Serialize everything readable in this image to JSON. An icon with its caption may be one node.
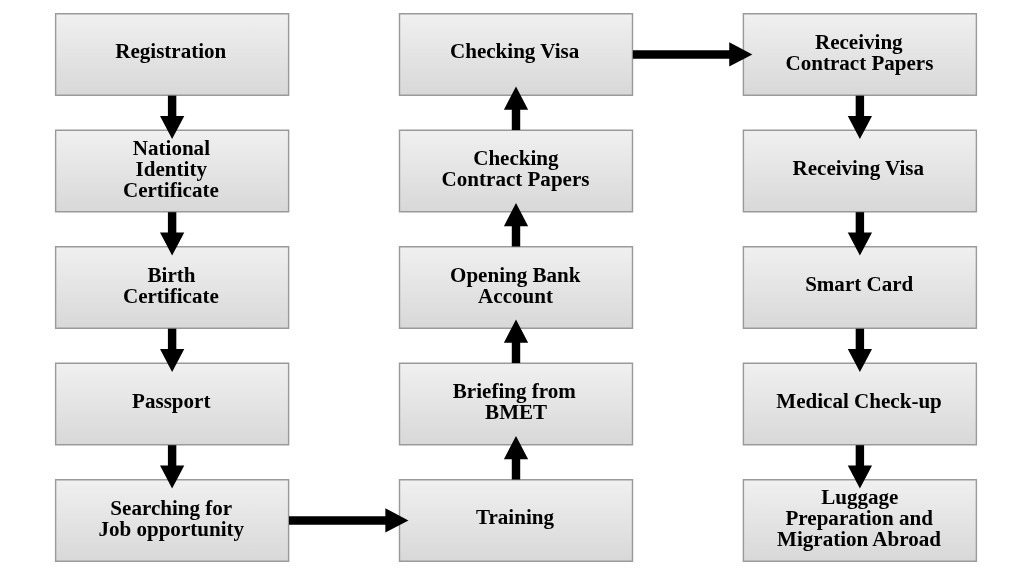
{
  "diagram": {
    "nodes": [
      {
        "text": [
          "Registration"
        ]
      },
      {
        "text": [
          "National Identity Certificate"
        ]
      },
      {
        "text": [
          "Birth Certificate"
        ]
      },
      {
        "text": [
          "Passport"
        ]
      },
      {
        "text": [
          "Searching for Job opportunity"
        ]
      },
      {
        "text": [
          "Training"
        ]
      },
      {
        "text": [
          "Briefing from BMET"
        ]
      },
      {
        "text": [
          "Opening Bank Account"
        ]
      },
      {
        "text": [
          "Checking Contract Papers"
        ]
      },
      {
        "text": [
          "Checking Visa"
        ]
      },
      {
        "text": [
          "Receiving Contract Papers"
        ]
      },
      {
        "text": [
          "Receiving Visa"
        ]
      },
      {
        "text": [
          "Smart Card"
        ]
      },
      {
        "text": [
          "Medical Check-up"
        ]
      },
      {
        "text": [
          "Luggage Preparation and Migration Abroad"
        ]
      }
    ],
    "edges": [
      {
        "from": 0,
        "to": 1,
        "arrow": "to"
      },
      {
        "from": 1,
        "to": 2,
        "arrow": "to"
      },
      {
        "from": 2,
        "to": 3,
        "arrow": "to"
      },
      {
        "from": 3,
        "to": 4,
        "arrow": "to"
      },
      {
        "from": 4,
        "to": 5,
        "arrow": "to"
      },
      {
        "from": 5,
        "to": 6,
        "arrow": "to"
      },
      {
        "from": 6,
        "to": 7,
        "arrow": "to"
      },
      {
        "from": 7,
        "to": 8,
        "arrow": "to"
      },
      {
        "from": 8,
        "to": 9,
        "arrow": "to"
      },
      {
        "from": 9,
        "to": 10,
        "arrow": "to"
      },
      {
        "from": 10,
        "to": 11,
        "arrow": "to"
      },
      {
        "from": 11,
        "to": 12,
        "arrow": "to"
      },
      {
        "from": 12,
        "to": 13,
        "arrow": "to"
      },
      {
        "from": 13,
        "to": 14,
        "arrow": "to"
      }
    ]
  }
}
